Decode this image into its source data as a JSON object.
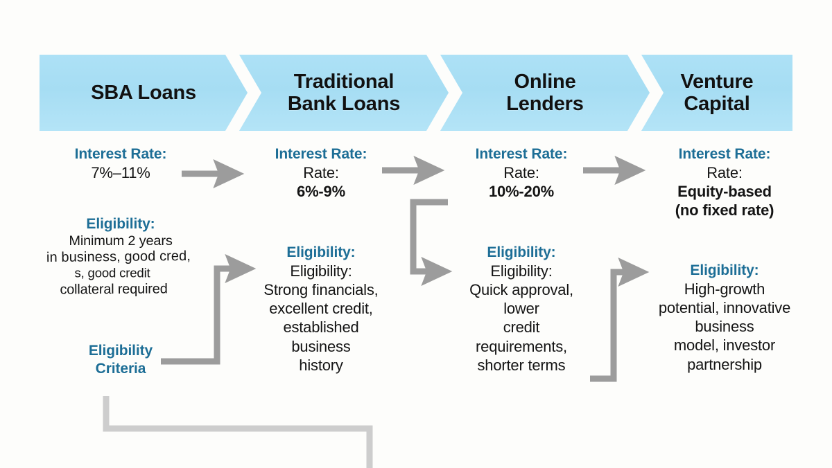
{
  "diagram": {
    "title_bar": {
      "stages": [
        {
          "id": "sba-loans",
          "label_line1": "SBA Loans",
          "label_line2": ""
        },
        {
          "id": "traditional-bank-loans",
          "label_line1": "Traditional",
          "label_line2": "Bank Loans"
        },
        {
          "id": "online-lenders",
          "label_line1": "Online",
          "label_line2": "Lenders"
        },
        {
          "id": "venture-capital",
          "label_line1": "Venture",
          "label_line2": "Capital"
        }
      ]
    },
    "columns": [
      {
        "id": "sba-loans",
        "interest": {
          "label": "Interest Rate:",
          "value": "7%–11%"
        },
        "eligibility": {
          "label": "Eligibility:",
          "lines": [
            "Minimum 2 years",
            "in business, good cred,",
            "s, good credit",
            "collateral required"
          ]
        },
        "extra_label": {
          "line1": "Eligibility",
          "line2": "Criteria"
        }
      },
      {
        "id": "traditional-bank-loans",
        "interest": {
          "label": "Interest Rate:",
          "value_line1": "Rate:",
          "value_line2": "6%-9%"
        },
        "eligibility": {
          "label": "Eligibility:",
          "lines": [
            "Eligibility:",
            "Strong financials,",
            "excellent credit,",
            "established",
            "business",
            "history"
          ]
        }
      },
      {
        "id": "online-lenders",
        "interest": {
          "label": "Interest Rate:",
          "value_line1": "Rate:",
          "value_line2": "10%-20%"
        },
        "eligibility": {
          "label": "Eligibility:",
          "lines": [
            "Eligibility:",
            "Quick approval,",
            "lower",
            "credit",
            "requirements,",
            "shorter terms"
          ]
        }
      },
      {
        "id": "venture-capital",
        "interest": {
          "label": "Interest Rate:",
          "value_line1": "Rate:",
          "value_line2": "Equity-based",
          "value_line3": "(no fixed rate)"
        },
        "eligibility": {
          "label": "Eligibility:",
          "lines": [
            "High-growth",
            "potential, innovative",
            "business",
            "model, investor",
            "partnership"
          ]
        }
      }
    ],
    "connectors": [
      {
        "id": "arrow-sba-to-bank-rate",
        "type": "straight-arrow"
      },
      {
        "id": "arrow-bank-to-online-rate",
        "type": "straight-arrow"
      },
      {
        "id": "arrow-online-to-venture-rate",
        "type": "straight-arrow"
      },
      {
        "id": "elbow-bank-rate-to-online-eligibility",
        "type": "elbow-arrow"
      },
      {
        "id": "elbow-sba-criteria-to-bank-eligibility",
        "type": "elbow-arrow"
      },
      {
        "id": "elbow-online-eligibility-to-venture-eligibility",
        "type": "elbow-arrow"
      },
      {
        "id": "elbow-criteria-bottom-trail",
        "type": "elbow-line"
      }
    ],
    "colors": {
      "background": "#fdfdfb",
      "chevron": "#a8ddf4",
      "label_accent": "#1d6e96",
      "body_text": "#141414",
      "connector": "#9c9c9c",
      "connector_light": "#c9c9c9"
    }
  }
}
